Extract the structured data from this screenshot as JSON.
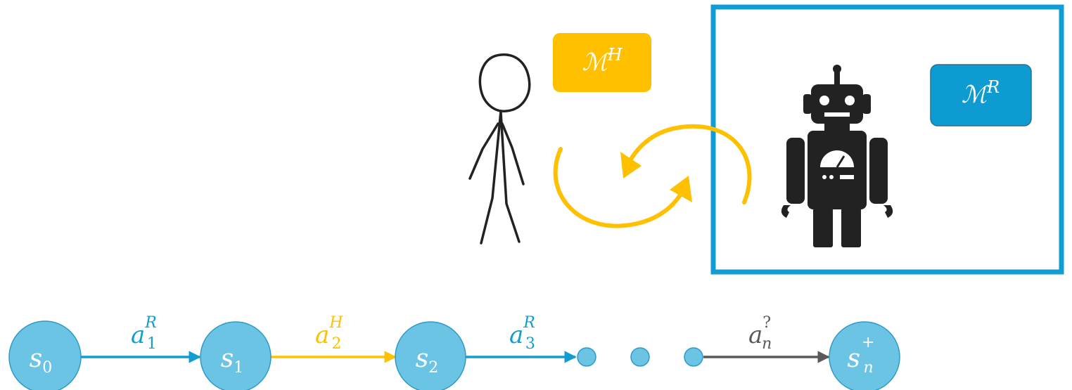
{
  "colors": {
    "human_model": "#FFC000",
    "robot_model": "#0E9BD1",
    "robot_box": "#129CD4",
    "state_node": "#6CC4E4",
    "node_stroke": "#2E9AC6",
    "arrow_robot": "#129CD4",
    "arrow_human": "#FFC000",
    "arrow_unknown": "#595959",
    "cycle": "#FFC000",
    "figure": "#222222",
    "text_light": "#FFFFFF"
  },
  "models": {
    "human": {
      "base": "ℳ",
      "sup": "H"
    },
    "robot": {
      "base": "ℳ",
      "sup": "R"
    }
  },
  "states": [
    {
      "base": "s",
      "sub": "0",
      "sup": ""
    },
    {
      "base": "s",
      "sub": "1",
      "sup": ""
    },
    {
      "base": "s",
      "sub": "2",
      "sup": ""
    },
    {
      "base": "s",
      "sub": "n",
      "sup": "+"
    }
  ],
  "actions": [
    {
      "base": "a",
      "sub": "1",
      "sup": "R",
      "color": "#129CD4"
    },
    {
      "base": "a",
      "sub": "2",
      "sup": "H",
      "color": "#FFC000"
    },
    {
      "base": "a",
      "sub": "3",
      "sup": "R",
      "color": "#129CD4"
    },
    {
      "base": "a",
      "sub": "n",
      "sup": "?",
      "color": "#595959"
    }
  ],
  "icons": {
    "human": "stick-figure-icon",
    "robot": "robot-icon",
    "interaction": "cycle-arrows-icon"
  }
}
